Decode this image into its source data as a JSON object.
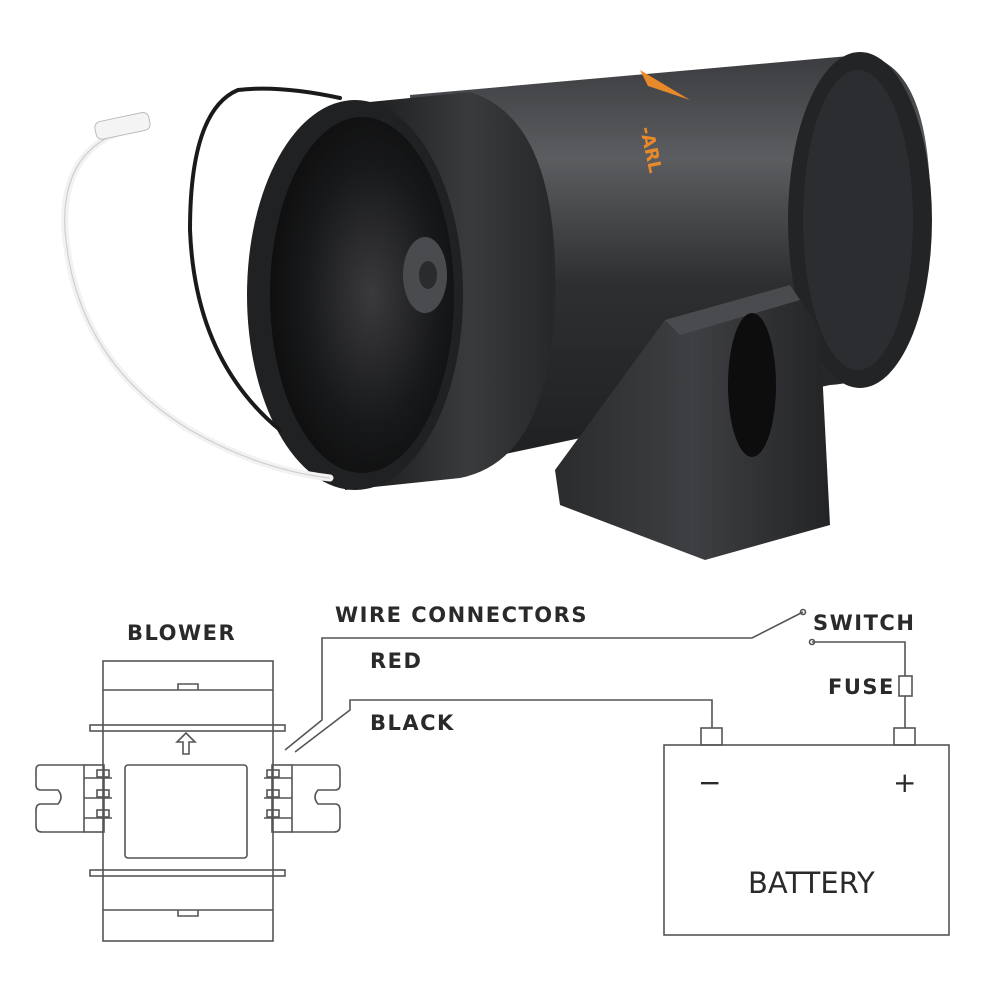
{
  "product": {
    "brand_mark": "-ARL",
    "colors": {
      "body": "#2f3032",
      "body_highlight": "#5a5c5f",
      "rim": "#1c1d1f",
      "brand": "#e8892a",
      "white_wire": "#f2f2f2",
      "black_wire": "#1a1a1a"
    }
  },
  "diagram": {
    "labels": {
      "blower": "BLOWER",
      "wire_connectors": "WIRE   CONNECTORS",
      "switch": "SWITCH",
      "red": "RED",
      "fuse": "FUSE",
      "black": "BLACK",
      "battery": "BATTERY",
      "minus": "−",
      "plus": "+"
    },
    "colors": {
      "line": "#555555",
      "text": "#2a2a2a"
    }
  }
}
